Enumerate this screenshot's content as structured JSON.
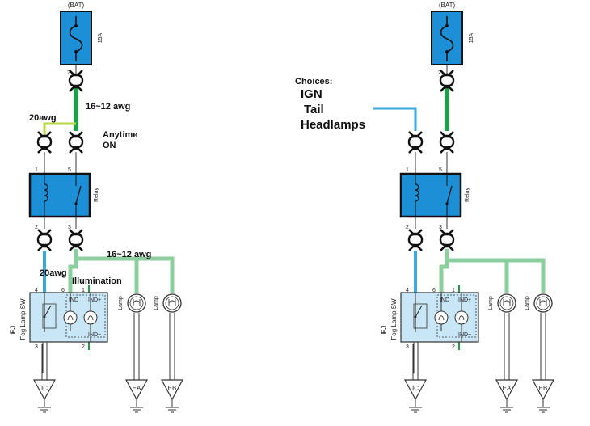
{
  "colors": {
    "fuse_box": "#1c8fd6",
    "relay_box": "#1c8fd6",
    "switch_box": "#c9e6f6",
    "wire_heavy": "#1e9e48",
    "wire_light_green": "#8ccf9e",
    "wire_yellow_green": "#b7d940",
    "wire_blue": "#3aa9de",
    "wire_thin": "#333333"
  },
  "left": {
    "fuse": {
      "source": "(BAT)",
      "rating": "15A",
      "pin": "2"
    },
    "wire_main_gauge": "16~12 awg",
    "wire_jumper_gauge": "20awg",
    "note_line1": "Anytime",
    "note_line2": "ON",
    "relay": {
      "label": "Relay",
      "pin_tl": "1",
      "pin_tr": "5",
      "pin_bl": "2",
      "pin_br": "3"
    },
    "wire_lamp_gauge": "16~12 awg",
    "wire_ind_gauge": "20awg",
    "illumination_label": "Illumination",
    "switch": {
      "name_line1": "FJ",
      "name_line2": "Fog Lamp SW",
      "pin4": "4",
      "pin6": "6",
      "pin1": "1",
      "pin2": "2",
      "pin3": "3",
      "ind": "IND",
      "ind_plus": "IND+",
      "ind_minus": "IND−"
    },
    "lamp_label": "Lamp",
    "grounds": [
      "IC",
      "EA",
      "EB"
    ]
  },
  "right": {
    "fuse": {
      "source": "(BAT)",
      "rating": "15A",
      "pin": "2"
    },
    "choices_title": "Choices:",
    "choices": [
      "IGN",
      "Tail",
      "Headlamps"
    ],
    "relay": {
      "label": "Relay",
      "pin_tl": "1",
      "pin_tr": "5",
      "pin_bl": "2",
      "pin_br": "3"
    },
    "switch": {
      "name_line1": "FJ",
      "name_line2": "Fog Lamp SW",
      "pin4": "4",
      "pin6": "6",
      "pin1": "1",
      "pin2": "2",
      "pin3": "3",
      "ind": "IND",
      "ind_plus": "IND+",
      "ind_minus": "IND−"
    },
    "lamp_label": "Lamp",
    "grounds": [
      "IC",
      "EA",
      "EB"
    ]
  }
}
